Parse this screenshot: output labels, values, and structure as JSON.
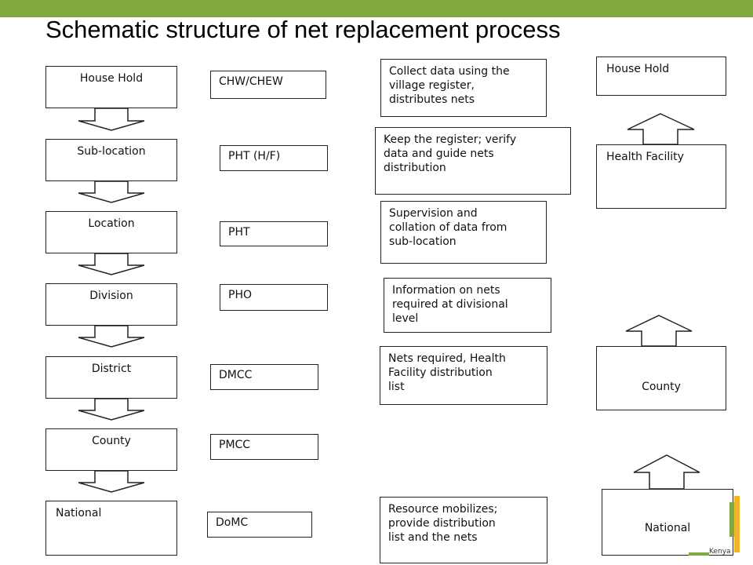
{
  "title": "Schematic structure of  net replacement process",
  "left_chain": [
    {
      "stage": "House Hold",
      "actor": "CHW/CHEW",
      "description": "Collect data using the\nvillage register,\ndistributes nets"
    },
    {
      "stage": "Sub-location",
      "actor": "PHT (H/F)",
      "description": "Keep the register; verify\ndata and guide nets\ndistribution"
    },
    {
      "stage": "Location",
      "actor": "PHT",
      "description": "Supervision and\ncollation of data from\nsub-location"
    },
    {
      "stage": "Division",
      "actor": "PHO",
      "description": "Information on nets\nrequired at divisional\nlevel"
    },
    {
      "stage": "District",
      "actor": "DMCC",
      "description": "Nets required, Health\nFacility distribution\nlist"
    },
    {
      "stage": "County",
      "actor": "PMCC",
      "description": ""
    },
    {
      "stage": "National",
      "actor": "DoMC",
      "description": "Resource mobilizes;\nprovide distribution\nlist and the nets"
    }
  ],
  "right_chain": {
    "house_hold": "House Hold",
    "health_facility": "Health Facility",
    "county": "County",
    "national": "National"
  },
  "logo": {
    "text": "Kenya",
    "colors": {
      "green": "#7fa93c",
      "gold": "#f0b52a"
    }
  },
  "colors": {
    "top_bar": "#7fa93c",
    "lines": "#222222"
  }
}
